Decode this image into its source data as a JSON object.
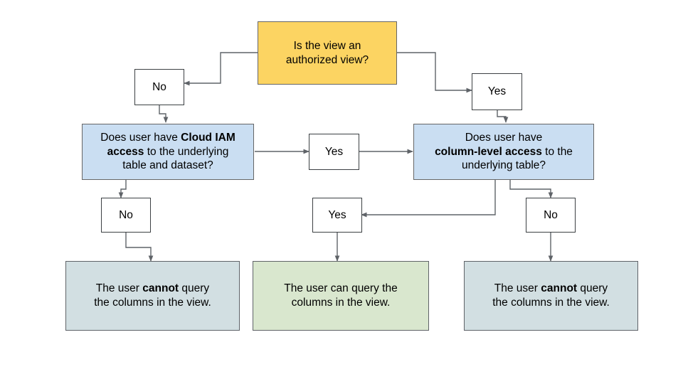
{
  "diagram": {
    "title": "BigQuery authorized view / column-level access decision flow",
    "colors": {
      "decision_start": "#fcd462",
      "decision": "#cadef2",
      "result_negative": "#d2dfe2",
      "result_positive": "#d9e7ce",
      "edge": "#5f6368",
      "node_border": "#666666",
      "background": "#ffffff"
    },
    "nodes": {
      "q_authorized_view": {
        "text": "Is the view an\nauthorized view?",
        "plain": "Is the view an authorized view?"
      },
      "label_no_top": {
        "text": "No"
      },
      "label_yes_top": {
        "text": "Yes"
      },
      "q_cloud_iam": {
        "line1_pre": "Does user have ",
        "line1_bold": "Cloud IAM",
        "line2_bold": "access",
        "line2_post": " to the underlying",
        "line3": "table and dataset?",
        "plain": "Does user have Cloud IAM access to the underlying table and dataset?"
      },
      "label_yes_middle": {
        "text": "Yes"
      },
      "q_column_level": {
        "line1": "Does user have",
        "line2_bold": "column-level access",
        "line2_post": " to the",
        "line3": "underlying table?",
        "plain": "Does user have column-level access to the underlying table?"
      },
      "label_no_left": {
        "text": "No"
      },
      "label_yes_bottom": {
        "text": "Yes"
      },
      "label_no_right": {
        "text": "No"
      },
      "result_cannot_left": {
        "line1_pre": "The user ",
        "line1_bold": "cannot",
        "line1_post": " query",
        "line2": "the columns in the view.",
        "plain": "The user cannot query the columns in the view."
      },
      "result_can_middle": {
        "line1": "The user can query the",
        "line2": "columns in the view.",
        "plain": "The user can query the columns in the view."
      },
      "result_cannot_right": {
        "line1_pre": "The user ",
        "line1_bold": "cannot",
        "line1_post": " query",
        "line2": "the columns in the view.",
        "plain": "The user cannot query the columns in the view."
      }
    },
    "edges": [
      {
        "from": "q_authorized_view",
        "to": "label_no_top",
        "label": ""
      },
      {
        "from": "q_authorized_view",
        "to": "label_yes_top",
        "label": ""
      },
      {
        "from": "label_no_top",
        "to": "q_cloud_iam",
        "label": ""
      },
      {
        "from": "label_yes_top",
        "to": "q_column_level",
        "label": ""
      },
      {
        "from": "q_cloud_iam",
        "to": "label_yes_middle",
        "label": ""
      },
      {
        "from": "label_yes_middle",
        "to": "q_column_level",
        "label": ""
      },
      {
        "from": "q_cloud_iam",
        "to": "label_no_left",
        "label": ""
      },
      {
        "from": "label_no_left",
        "to": "result_cannot_left",
        "label": ""
      },
      {
        "from": "q_column_level",
        "to": "label_yes_bottom",
        "label": ""
      },
      {
        "from": "label_yes_bottom",
        "to": "result_can_middle",
        "label": ""
      },
      {
        "from": "q_column_level",
        "to": "label_no_right",
        "label": ""
      },
      {
        "from": "label_no_right",
        "to": "result_cannot_right",
        "label": ""
      }
    ]
  }
}
